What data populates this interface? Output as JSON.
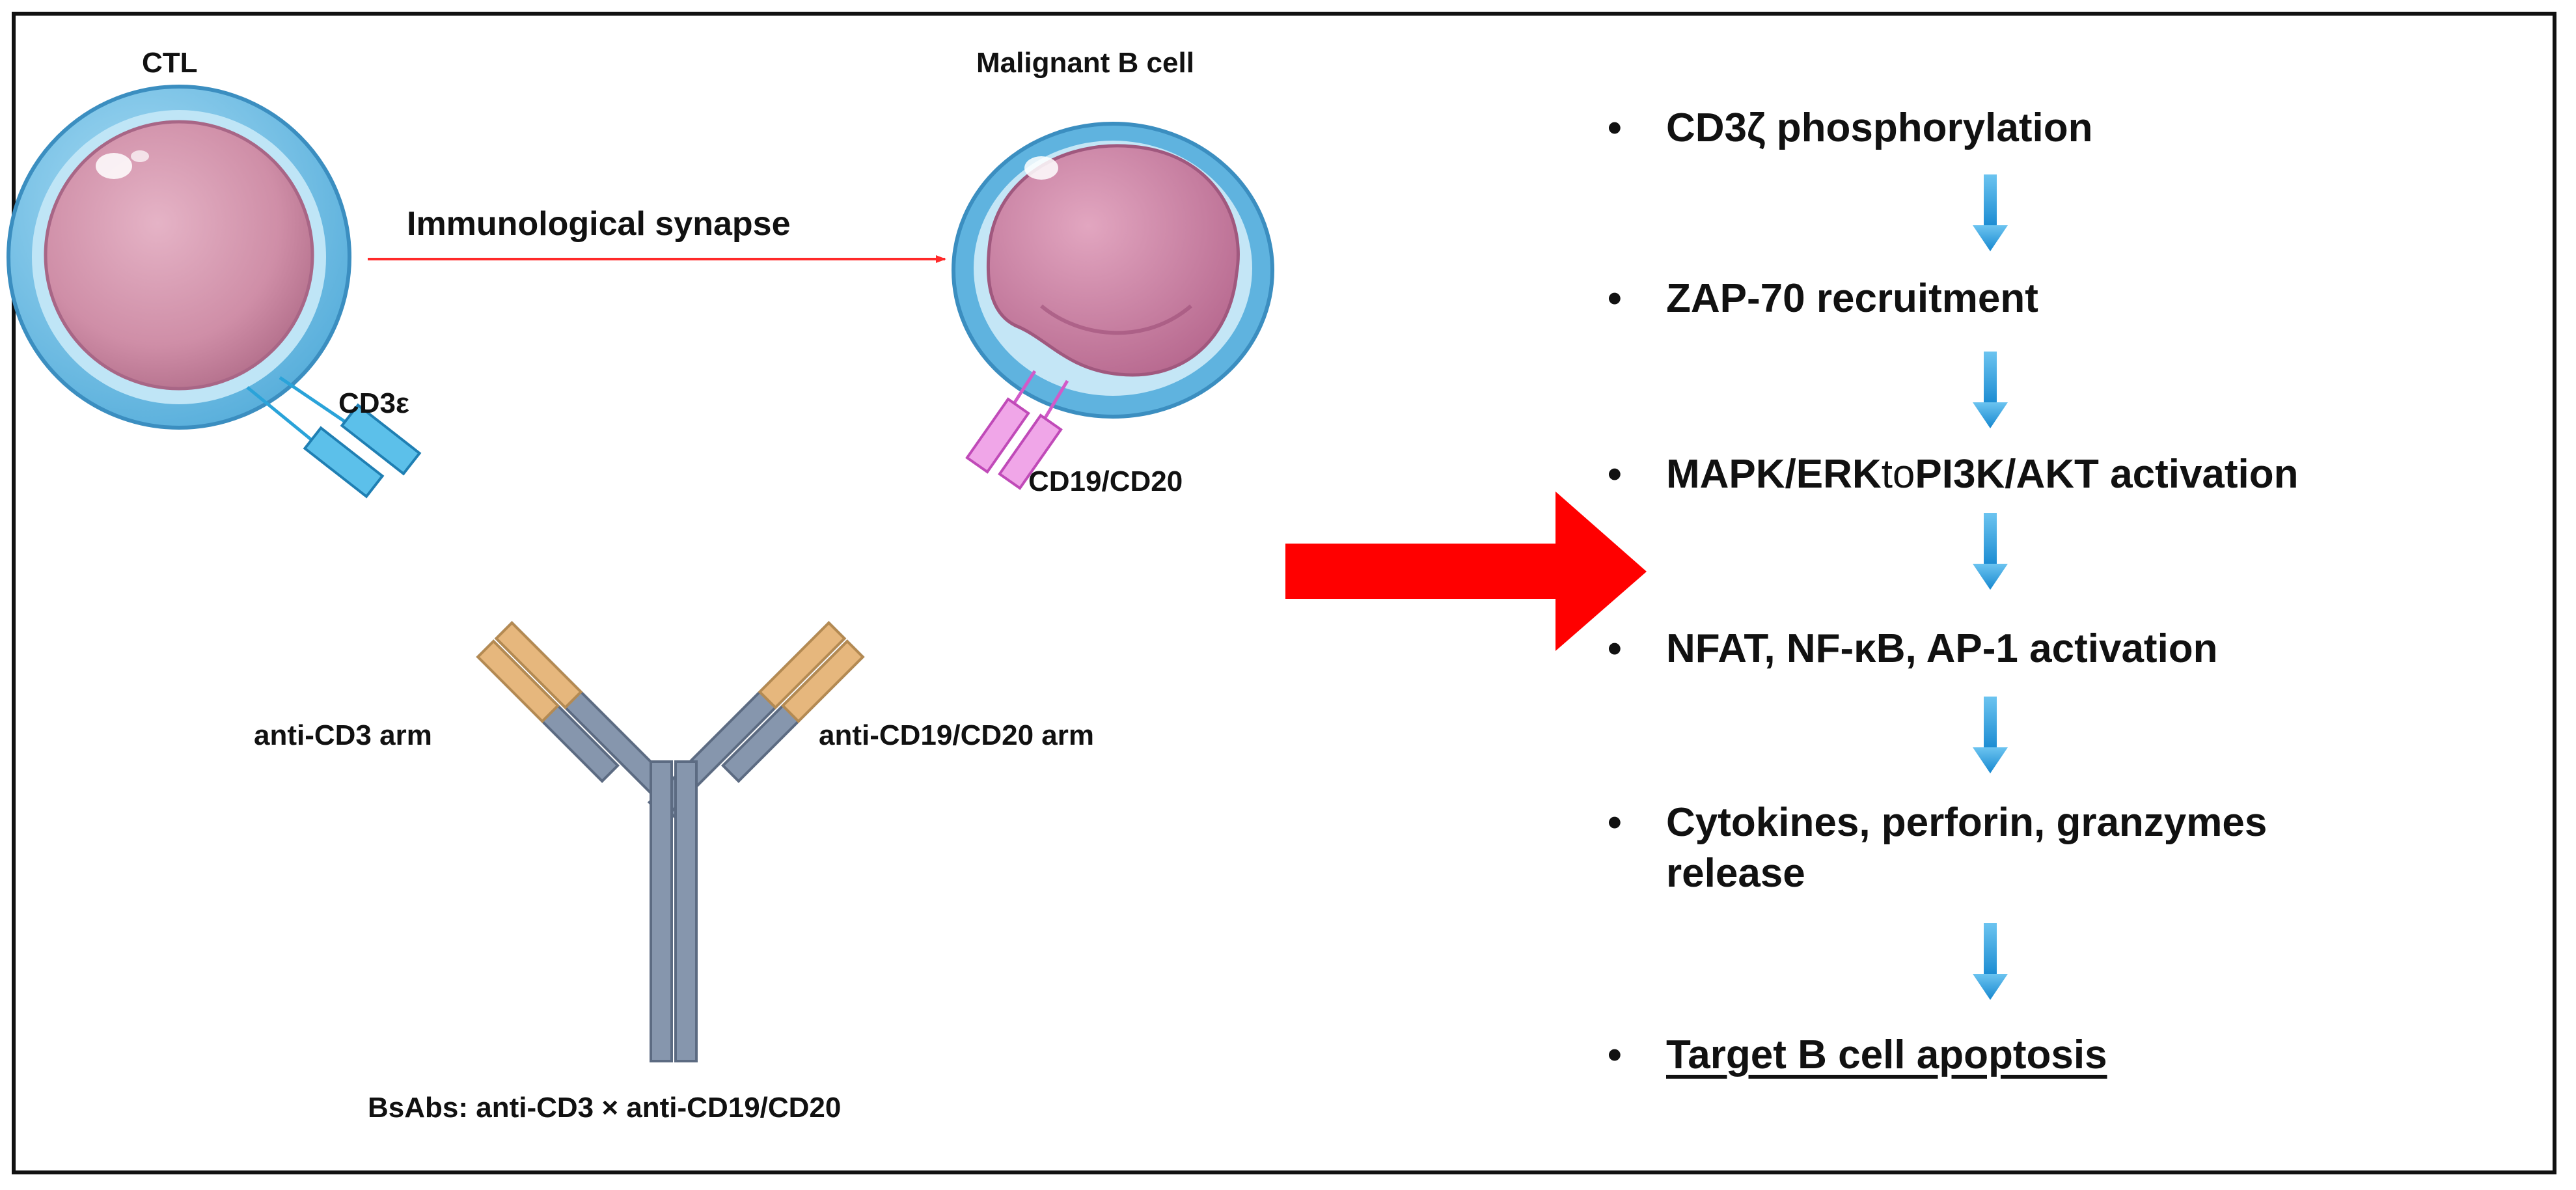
{
  "cells": {
    "ctl_label": "CTL",
    "ctl_receptor_label": "CD3ε",
    "malignant_label": "Malignant B cell",
    "malignant_receptor_label": "CD19/CD20",
    "synapse_label": "Immunological synapse"
  },
  "antibody": {
    "left_arm_label": "anti-CD3 arm",
    "right_arm_label": "anti-CD19/CD20 arm",
    "caption": "BsAbs: anti-CD3 × anti-CD19/CD20"
  },
  "pathway": {
    "bullet": "•",
    "steps": [
      {
        "text": "CD3ζ phosphorylation"
      },
      {
        "text": "ZAP-70 recruitment"
      },
      {
        "text_before": "MAPK/ERK",
        "connector": "to",
        "text_after": "PI3K/AKT activation"
      },
      {
        "text": "NFAT, NF-κB, AP-1 activation"
      },
      {
        "line1": "Cytokines, perforin, granzymes",
        "line2": "release"
      },
      {
        "text": "Target B cell apoptosis"
      }
    ]
  },
  "colors": {
    "cell_membrane": "#5fb3df",
    "cell_body": "#c9869f",
    "ctl_receptor": "#2aa3d9",
    "bcell_receptor": "#e07bd8",
    "synapse_arrow": "#ff2a2a",
    "big_arrow": "#ff0000",
    "step_arrow": "#1f9be0",
    "antibody_heavy": "#8696ad",
    "antibody_light": "#e6b77d"
  }
}
